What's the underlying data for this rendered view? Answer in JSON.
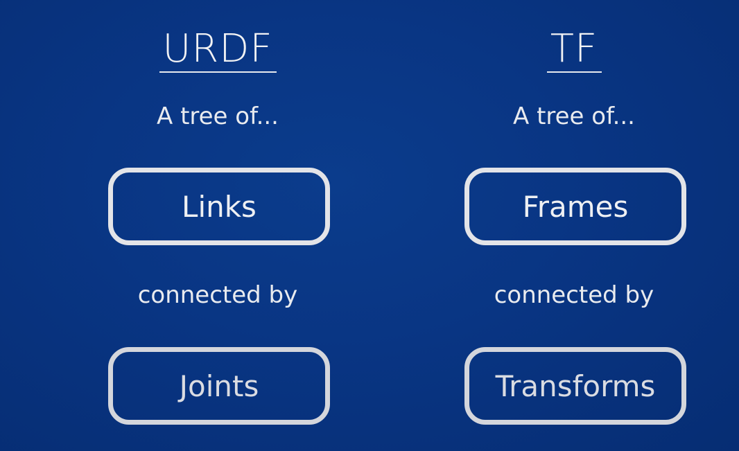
{
  "urdf": {
    "title": "URDF",
    "tree_caption": "A tree of...",
    "top_box": "Links",
    "connector_caption": "connected by",
    "bottom_box": "Joints"
  },
  "tf": {
    "title": "TF",
    "tree_caption": "A tree of...",
    "top_box": "Frames",
    "connector_caption": "connected by",
    "bottom_box": "Transforms"
  },
  "colors": {
    "background": "#093583",
    "foreground": "#ecedf0"
  }
}
